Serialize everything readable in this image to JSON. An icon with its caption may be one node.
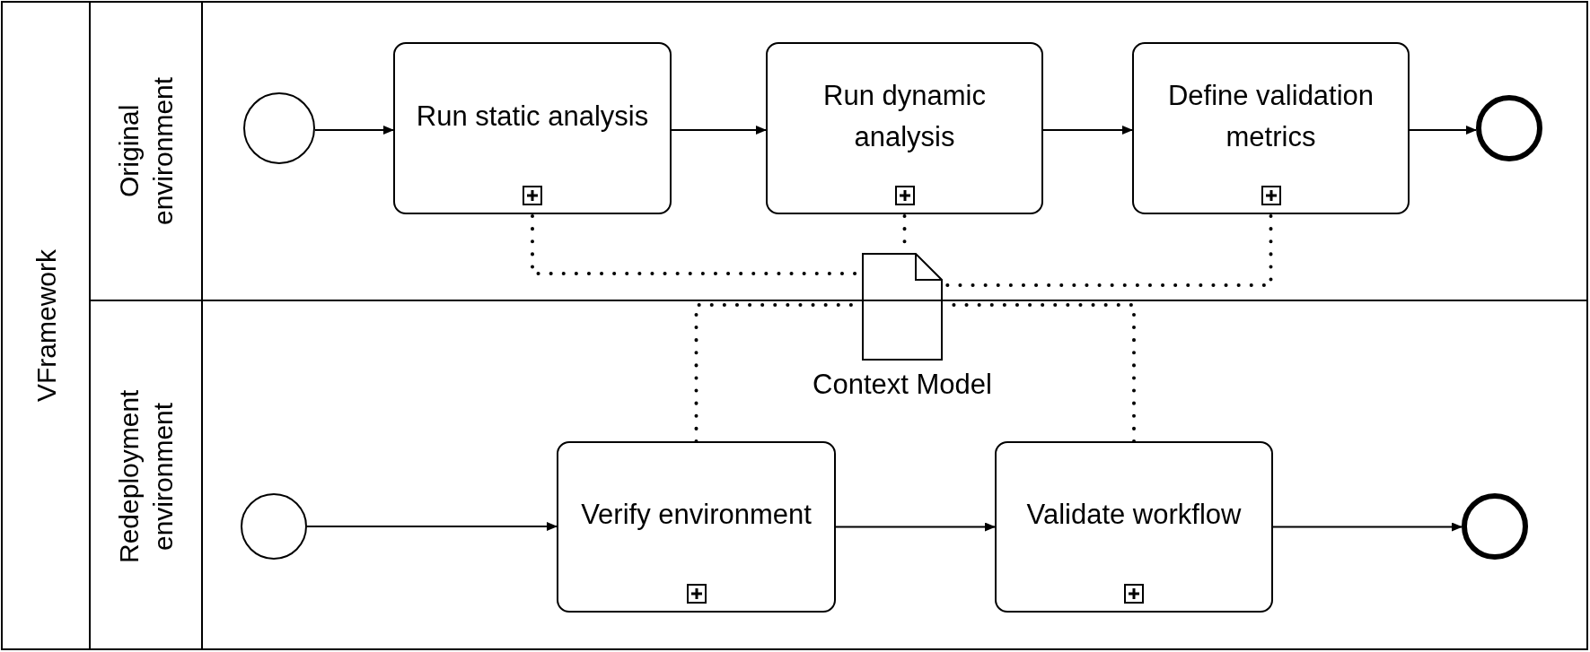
{
  "diagram": {
    "nodes": [
      {
        "text": [
          "VFramework"
        ]
      },
      {
        "text": [
          "Original environment"
        ],
        "in": 0
      },
      {
        "text": [],
        "shape": "circle",
        "in": 1
      },
      {
        "text": [
          "Run static analysis"
        ],
        "in": 1
      },
      {
        "text": [
          "Run dynamic analysis"
        ],
        "in": 1
      },
      {
        "text": [
          "Define validation metrics"
        ],
        "in": 1
      },
      {
        "text": [],
        "shape": "circle",
        "in": 1
      },
      {
        "text": [
          "Context Model"
        ],
        "in": 0
      },
      {
        "text": [
          "Redeployment environment"
        ],
        "in": 0
      },
      {
        "text": [],
        "shape": "circle",
        "in": 8
      },
      {
        "text": [
          "Verify environment"
        ],
        "in": 8
      },
      {
        "text": [
          "Validate workflow"
        ],
        "in": 8
      },
      {
        "text": [],
        "shape": "circle",
        "in": 8
      }
    ],
    "edges": [
      {
        "from": 2,
        "to": 3,
        "arrow": "to"
      },
      {
        "from": 3,
        "to": 4,
        "arrow": "to"
      },
      {
        "from": 4,
        "to": 5,
        "arrow": "to"
      },
      {
        "from": 5,
        "to": 6,
        "arrow": "to"
      },
      {
        "from": 9,
        "to": 10,
        "arrow": "to"
      },
      {
        "from": 10,
        "to": 11,
        "arrow": "to"
      },
      {
        "from": 11,
        "to": 12,
        "arrow": "to"
      },
      {
        "from": 3,
        "to": 7,
        "arrow": "none",
        "style": "dashed"
      },
      {
        "from": 4,
        "to": 7,
        "arrow": "none",
        "style": "dashed"
      },
      {
        "from": 5,
        "to": 7,
        "arrow": "none",
        "style": "dashed"
      },
      {
        "from": 10,
        "to": 7,
        "arrow": "none",
        "style": "dashed"
      },
      {
        "from": 11,
        "to": 7,
        "arrow": "none",
        "style": "dashed"
      }
    ]
  }
}
